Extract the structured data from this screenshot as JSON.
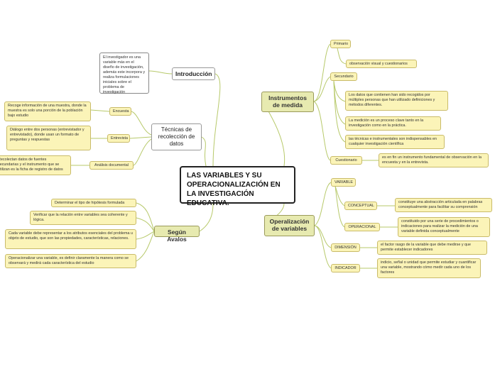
{
  "center": "LAS VARIABLES Y SU OPERACIONALIZACIÓN EN LA INVESTIGACIÓN EDUCATIVA.",
  "intro": {
    "label": "Introducción",
    "note": "El investigador es una variable más en el diseño de investigación, además este incorpora y realiza formulaciones iniciales sobre el problema de investigación"
  },
  "tecnicas": {
    "label": "Técnicas de recolección de datos",
    "encuesta": "Encuesta",
    "encuesta_note": "Recoge información de una muestra, donde la muestra es solo una porción de la población bajo estudio",
    "entrevista": "Entrevista",
    "entrevista_note": "Diálogo entre dos personas (entrevistador y entrevistado), donde usan un formato de preguntas y respuestas",
    "analisis": "Análisis documental",
    "analisis_note": "Recolectan datos de fuentes secundarias y el instrumento que se utilizan es la ficha de registro de datos"
  },
  "avalos": {
    "label": "Según Avalos",
    "items": [
      "Determinar el tipo de hipótesis formulada",
      "Verificar que la relación entre variables sea coherente y lógica.",
      "Cada variable debe representar a los atributos esenciales del problema u objeto de estudio, que son las propiedades, características, relaciones.",
      "Operacionalizar una variable, es definir claramente la manera como se observará y medirá cada característica del estudio"
    ]
  },
  "instrumentos": {
    "label": "Instrumentos de medida",
    "primario": "Primario",
    "primario_note": "observación visual y cuestionarios",
    "secundario": "Secundario",
    "secundario_notes": [
      "Los datos que contienen han sido recogidos por múltiples personas que han utilizado definiciones y métodos diferentes.",
      "La medición es un proceso clave tanto en la investigación como en la práctica.",
      "las técnicas e instrumentales son indispensables en cualquier investigación científica"
    ],
    "cuestionario": "Cuestionario",
    "cuestionario_note": "es en fin un instrumento fundamental de observación en la encuesta y en la entrevista."
  },
  "operalizacion": {
    "label": "Operalización de variables",
    "variable": "VARIABLE",
    "conceptual": "CONCEPTUAL",
    "conceptual_note": "constituye una abstracción articulada en palabras conceptualmente para facilitar su comprensión",
    "operacional": "OPERACIONAL",
    "operacional_note": "constituido por una serie de procedimientos o indicaciones para realizar la medición de una variable definida conceptualmente",
    "dimension": "DIMENSIÓN",
    "dimension_note": "el factor rasgo de la variable que debe medirse y que permite establecer indicadores",
    "indicador": "INDICADOR",
    "indicador_note": "indicio, señal o unidad que permite estudiar y cuantificar una variable, mostrando cómo medir cada uno de los factores"
  },
  "colors": {
    "link": "#b7c96a",
    "leaf_bg": "#fbf4b8",
    "main_bg": "#e7eab0"
  }
}
